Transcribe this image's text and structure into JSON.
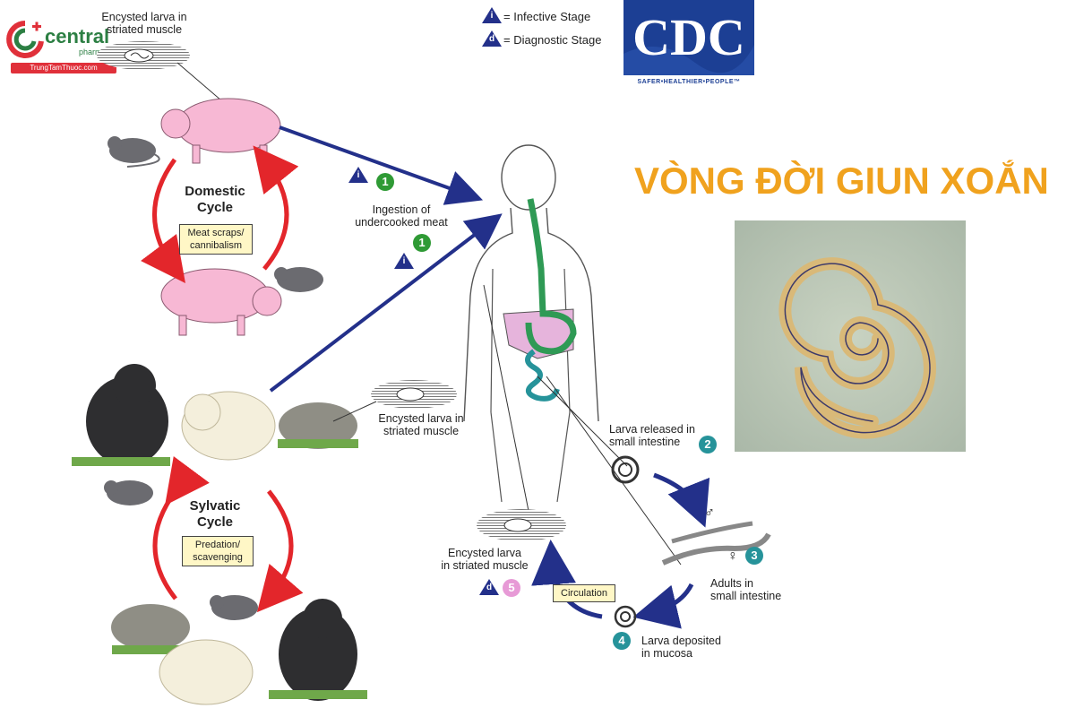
{
  "brand": {
    "name": "central",
    "sub": "pharmacy",
    "site": "TrungTamThuoc.com"
  },
  "legend": {
    "infective": "= Infective Stage",
    "diagnostic": "= Diagnostic Stage",
    "infective_symbol": "i",
    "diagnostic_symbol": "d"
  },
  "cdc": {
    "logo": "CDC",
    "tagline": "SAFER•HEALTHIER•PEOPLE™"
  },
  "title": "VÒNG ĐỜI GIUN XOẮN",
  "domestic": {
    "larva_label_1": "Encysted larva in",
    "larva_label_2": "striated muscle",
    "cycle_1": "Domestic",
    "cycle_2": "Cycle",
    "box_1": "Meat scraps/",
    "box_2": "cannibalism"
  },
  "sylvatic": {
    "larva_label_1": "Encysted larva in",
    "larva_label_2": "striated muscle",
    "cycle_1": "Sylvatic",
    "cycle_2": "Cycle",
    "box_1": "Predation/",
    "box_2": "scavenging"
  },
  "stages": {
    "ingestion_1": "Ingestion of",
    "ingestion_2": "undercooked meat",
    "s1": "1",
    "s2": "2",
    "s3": "3",
    "s4": "4",
    "s5": "5",
    "released_1": "Larva released in",
    "released_2": "small intestine",
    "adults_1": "Adults in",
    "adults_2": "small intestine",
    "deposited_1": "Larva deposited",
    "deposited_2": "in mucosa",
    "encysted_1": "Encysted larva",
    "encysted_2": "in striated muscle",
    "circulation": "Circulation",
    "male": "♂",
    "female": "♀"
  },
  "colors": {
    "title": "#f0a21e",
    "arrow_blue": "#23308a",
    "cycle_red": "#e3262b",
    "stage_green": "#2f9a35",
    "stage_teal": "#26939a",
    "stage_pink": "#e79ad6",
    "cdc_blue": "#1c3f94"
  }
}
